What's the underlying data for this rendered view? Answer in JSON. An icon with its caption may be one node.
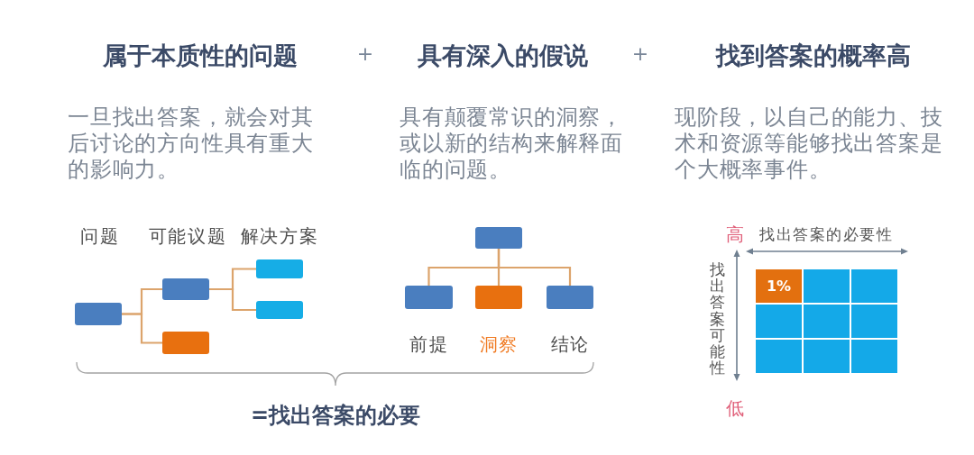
{
  "diagram": {
    "nodes": [
      {
        "text": [],
        "shape": "box"
      },
      {
        "text": [],
        "shape": "box"
      },
      {
        "text": [],
        "shape": "box"
      },
      {
        "text": [],
        "shape": "box"
      },
      {
        "text": [],
        "shape": "box"
      },
      {
        "text": [],
        "shape": "box"
      },
      {
        "text": [],
        "shape": "box",
        "beside": [
          "前提"
        ]
      },
      {
        "text": [],
        "shape": "box",
        "beside": [
          "洞察"
        ]
      },
      {
        "text": [],
        "shape": "box",
        "beside": [
          "结论"
        ]
      },
      {
        "text": [
          "1%"
        ]
      },
      {
        "text": [],
        "shape": "box"
      },
      {
        "text": [],
        "shape": "box"
      },
      {
        "text": [],
        "shape": "box"
      },
      {
        "text": [],
        "shape": "box"
      },
      {
        "text": [],
        "shape": "box"
      },
      {
        "text": [],
        "shape": "box"
      },
      {
        "text": [],
        "shape": "box"
      },
      {
        "text": [],
        "shape": "box"
      }
    ],
    "edges": [
      {
        "from": 0,
        "to": 1,
        "arrow": "none"
      },
      {
        "from": 0,
        "to": 2,
        "arrow": "none"
      },
      {
        "from": 1,
        "to": 3,
        "arrow": "none"
      },
      {
        "from": 1,
        "to": 4,
        "arrow": "none"
      },
      {
        "from": 5,
        "to": 6,
        "arrow": "none"
      },
      {
        "from": 5,
        "to": 7,
        "arrow": "none"
      },
      {
        "from": 5,
        "to": 8,
        "arrow": "none"
      }
    ],
    "labels": [
      "属于本质性的问题",
      "+",
      "具有深入的假说",
      "+",
      "找到答案的概率高",
      "一旦找出答案，就会对其后讨论的方向性具有重大的影响力。",
      "具有颠覆常识的洞察，或以新的结构来解释面临的问题。",
      "现阶段，以自己的能力、技术和资源等能够找出答案是个大概率事件。",
      "问题",
      "可能议题",
      "解决方案",
      "高",
      "找出答案的必要性",
      "找出答案可能性",
      "=找出答案的必要",
      "低"
    ]
  }
}
